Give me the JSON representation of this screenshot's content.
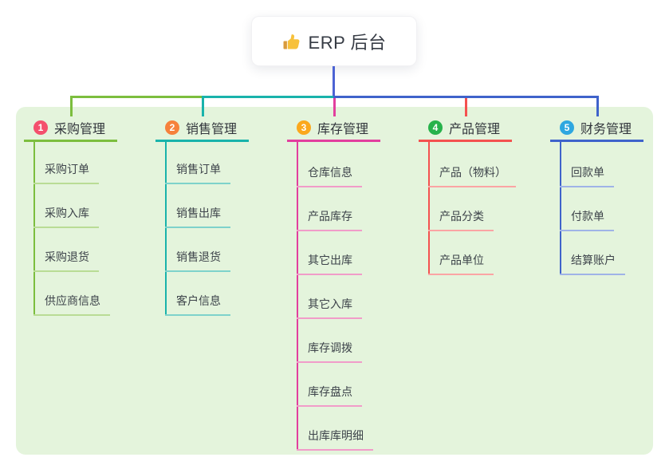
{
  "root": {
    "label": "ERP 后台",
    "icon": "thumbs-up-icon"
  },
  "canvas": {
    "background": "#ffffff",
    "panel_background": "#e4f4dc",
    "root_line_color": "#4c63d4",
    "text_color": "#32363c",
    "child_text_color": "#3d434a"
  },
  "branches": [
    {
      "badge": "1",
      "label": "采购管理",
      "badge_color": "#f4506d",
      "line_color": "#7cbe3e",
      "light_line_color": "#b9dc95",
      "children": [
        "采购订单",
        "采购入库",
        "采购退货",
        "供应商信息"
      ]
    },
    {
      "badge": "2",
      "label": "销售管理",
      "badge_color": "#f6813c",
      "line_color": "#19b3ab",
      "light_line_color": "#7ed2cb",
      "children": [
        "销售订单",
        "销售出库",
        "销售退货",
        "客户信息"
      ]
    },
    {
      "badge": "3",
      "label": "库存管理",
      "badge_color": "#fba81c",
      "line_color": "#e23f9e",
      "light_line_color": "#f19cc9",
      "children": [
        "仓库信息",
        "产品库存",
        "其它出库",
        "其它入库",
        "库存调拨",
        "库存盘点",
        "出库库明细"
      ]
    },
    {
      "badge": "4",
      "label": "产品管理",
      "badge_color": "#27b24b",
      "line_color": "#f4514f",
      "light_line_color": "#fba4a4",
      "children": [
        "产品（物料）",
        "产品分类",
        "产品单位"
      ]
    },
    {
      "badge": "5",
      "label": "财务管理",
      "badge_color": "#2ea7e0",
      "line_color": "#3f63cb",
      "light_line_color": "#9fb3e7",
      "children": [
        "回款单",
        "付款单",
        "结算账户"
      ]
    }
  ]
}
